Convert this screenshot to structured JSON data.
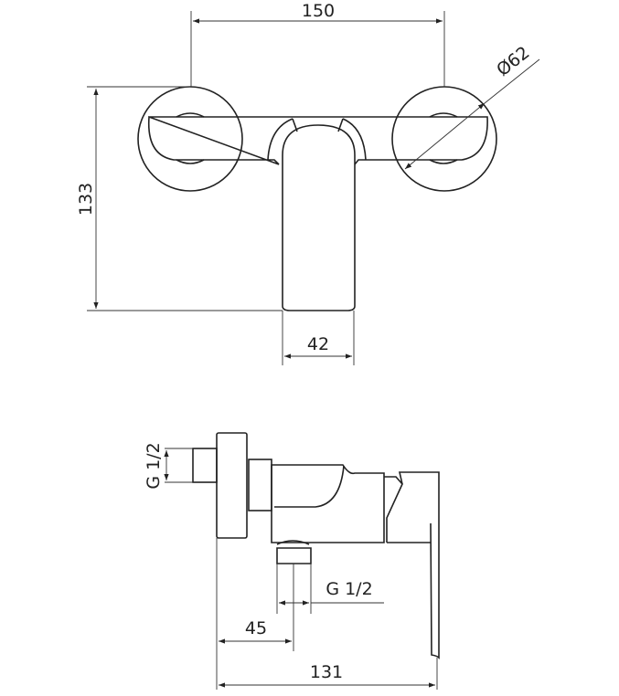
{
  "top_view": {
    "dim_width": "150",
    "dim_diameter": "Ø62",
    "dim_height": "133",
    "dim_spout": "42"
  },
  "side_view": {
    "dim_inlet_thread": "G 1/2",
    "dim_outlet_thread": "G 1/2",
    "dim_outlet_offset": "45",
    "dim_depth": "131"
  },
  "colors": {
    "line": "#222222",
    "background": "#ffffff"
  }
}
